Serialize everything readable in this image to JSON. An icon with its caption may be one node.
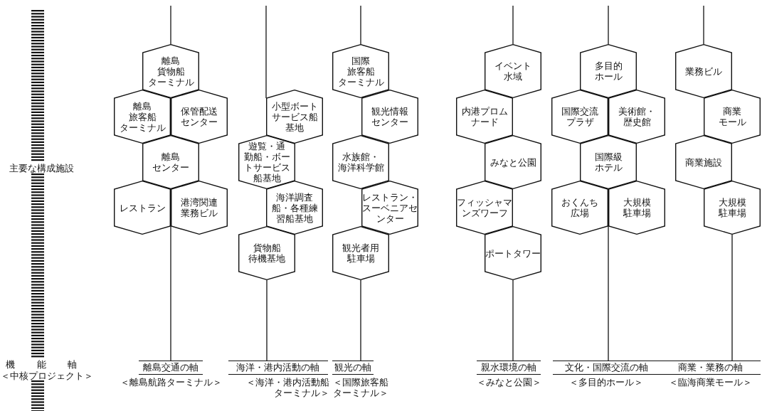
{
  "diagram": {
    "nodes": [
      {
        "text": [
          "離島貨物船ターミナル"
        ]
      },
      {
        "text": [
          "離島旅客船ターミナル"
        ]
      },
      {
        "text": [
          "保管配送センター"
        ]
      },
      {
        "text": [
          "離島センター"
        ]
      },
      {
        "text": [
          "レストラン"
        ]
      },
      {
        "text": [
          "港湾関連業務ビル"
        ]
      },
      {
        "text": [
          "離島交通の軸",
          "＜離島航路ターミナル＞"
        ]
      },
      {
        "text": [
          "小型ボートサービス船基地"
        ]
      },
      {
        "text": [
          "遊覧・通勤船・ボートサービス船基地"
        ]
      },
      {
        "text": [
          "海洋調査船・各種練習船基地"
        ]
      },
      {
        "text": [
          "貨物船待機基地"
        ]
      },
      {
        "text": [
          "海洋・港内活動の軸",
          "＜海洋・港内活動船ターミナル＞"
        ]
      },
      {
        "text": [
          "国際旅客船ターミナル"
        ]
      },
      {
        "text": [
          "観光情報センター"
        ]
      },
      {
        "text": [
          "水族館・海洋科学館"
        ]
      },
      {
        "text": [
          "レストラン・スーベニアセンター"
        ]
      },
      {
        "text": [
          "観光者用駐車場"
        ]
      },
      {
        "text": [
          "観光の軸",
          "＜国際旅客船ターミナル＞"
        ]
      },
      {
        "text": [
          "イベント水域"
        ]
      },
      {
        "text": [
          "内港プロムナード"
        ]
      },
      {
        "text": [
          "みなと公園"
        ]
      },
      {
        "text": [
          "フィッシャマンズワーフ"
        ]
      },
      {
        "text": [
          "ポートタワー"
        ]
      },
      {
        "text": [
          "親水環境の軸",
          "＜みなと公園＞"
        ]
      },
      {
        "text": [
          "多目的ホール"
        ]
      },
      {
        "text": [
          "国際交流プラザ"
        ]
      },
      {
        "text": [
          "美術館・歴史館"
        ]
      },
      {
        "text": [
          "国際級ホテル"
        ]
      },
      {
        "text": [
          "おくんち広場"
        ]
      },
      {
        "text": [
          "大規模駐車場"
        ]
      },
      {
        "text": [
          "文化・国際交流の軸",
          "＜多目的ホール＞"
        ]
      },
      {
        "text": [
          "業務ビル"
        ]
      },
      {
        "text": [
          "商業モール"
        ]
      },
      {
        "text": [
          "商業施設"
        ]
      },
      {
        "text": [
          "大規模駐車場"
        ]
      },
      {
        "text": [
          "商業・業務の軸",
          "＜臨海商業モール＞"
        ]
      }
    ],
    "edges": [
      {
        "from": null,
        "to": 0,
        "arrow": "none"
      },
      {
        "from": 4,
        "to": 6,
        "arrow": "none"
      },
      {
        "from": null,
        "to": 7,
        "arrow": "none"
      },
      {
        "from": 10,
        "to": 11,
        "arrow": "none"
      },
      {
        "from": null,
        "to": 12,
        "arrow": "none"
      },
      {
        "from": 16,
        "to": 17,
        "arrow": "none"
      },
      {
        "from": null,
        "to": 18,
        "arrow": "none"
      },
      {
        "from": 22,
        "to": 23,
        "arrow": "none"
      },
      {
        "from": null,
        "to": 24,
        "arrow": "none"
      },
      {
        "from": 28,
        "to": 30,
        "arrow": "none"
      },
      {
        "from": null,
        "to": 31,
        "arrow": "none"
      },
      {
        "from": 34,
        "to": 35,
        "arrow": "none"
      }
    ],
    "labels": [
      "主要な構成施設",
      "機能軸",
      "＜中核プロジェクト＞"
    ]
  }
}
